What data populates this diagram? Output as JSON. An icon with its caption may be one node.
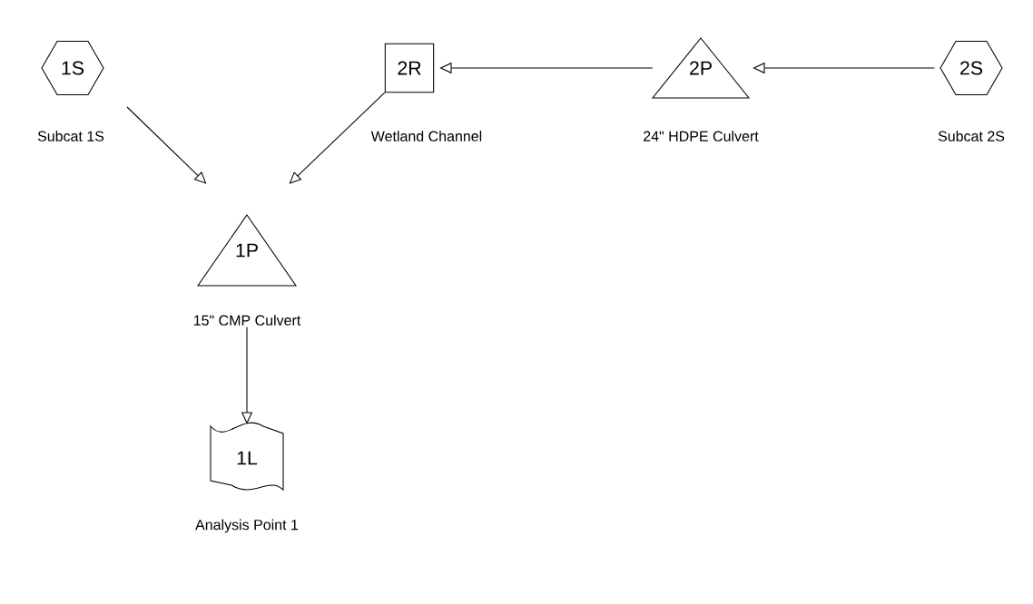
{
  "diagram": {
    "nodes": [
      {
        "text": [
          "1S"
        ],
        "beside": [
          "Subcat 1S"
        ]
      },
      {
        "text": [
          "2R"
        ],
        "beside": [
          "Wetland Channel"
        ]
      },
      {
        "text": [
          "2P"
        ],
        "beside": [
          "24\" HDPE Culvert"
        ]
      },
      {
        "text": [
          "2S"
        ],
        "beside": [
          "Subcat 2S"
        ]
      },
      {
        "text": [
          "1P"
        ],
        "beside": [
          "15\" CMP Culvert"
        ]
      },
      {
        "text": [
          "1L"
        ],
        "beside": [
          "Analysis Point 1"
        ]
      }
    ],
    "edges": [
      {
        "from": 0,
        "to": 4,
        "arrow": "to"
      },
      {
        "from": 1,
        "to": 4,
        "arrow": "to"
      },
      {
        "from": 2,
        "to": 1,
        "arrow": "to"
      },
      {
        "from": 3,
        "to": 2,
        "arrow": "to"
      },
      {
        "from": 4,
        "to": 5,
        "arrow": "to"
      }
    ]
  }
}
